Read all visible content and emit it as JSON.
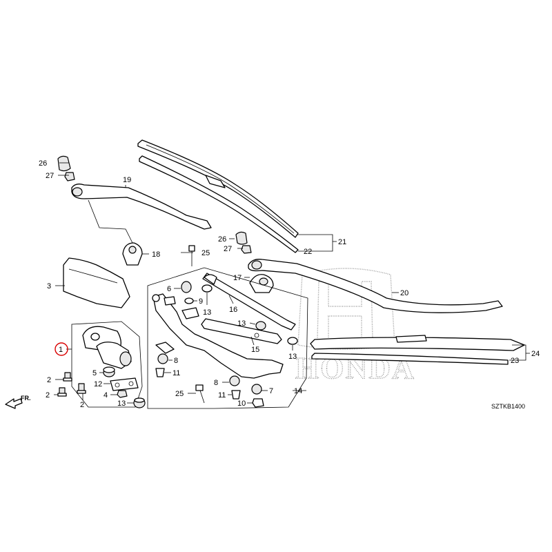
{
  "diagram": {
    "brand": "HONDA",
    "code": "SZTKB1400",
    "direction": "FR.",
    "highlight": "1",
    "labels": {
      "l1": "1",
      "l2a": "2",
      "l2b": "2",
      "l2c": "2",
      "l3": "3",
      "l4": "4",
      "l5": "5",
      "l6": "6",
      "l7": "7",
      "l8a": "8",
      "l8b": "8",
      "l9": "9",
      "l10": "10",
      "l11a": "11",
      "l11b": "11",
      "l12": "12",
      "l13a": "13",
      "l13b": "13",
      "l13c": "13",
      "l13d": "13",
      "l14": "14",
      "l15": "15",
      "l16": "16",
      "l17": "17",
      "l18": "18",
      "l19": "19",
      "l20": "20",
      "l21": "21",
      "l22": "22",
      "l23": "23",
      "l24": "24",
      "l25a": "25",
      "l25b": "25",
      "l26a": "26",
      "l26b": "26",
      "l27a": "27",
      "l27b": "27"
    }
  },
  "colors": {
    "highlight": "#d90000",
    "watermark": "#9a9a9a",
    "line": "#000000"
  }
}
